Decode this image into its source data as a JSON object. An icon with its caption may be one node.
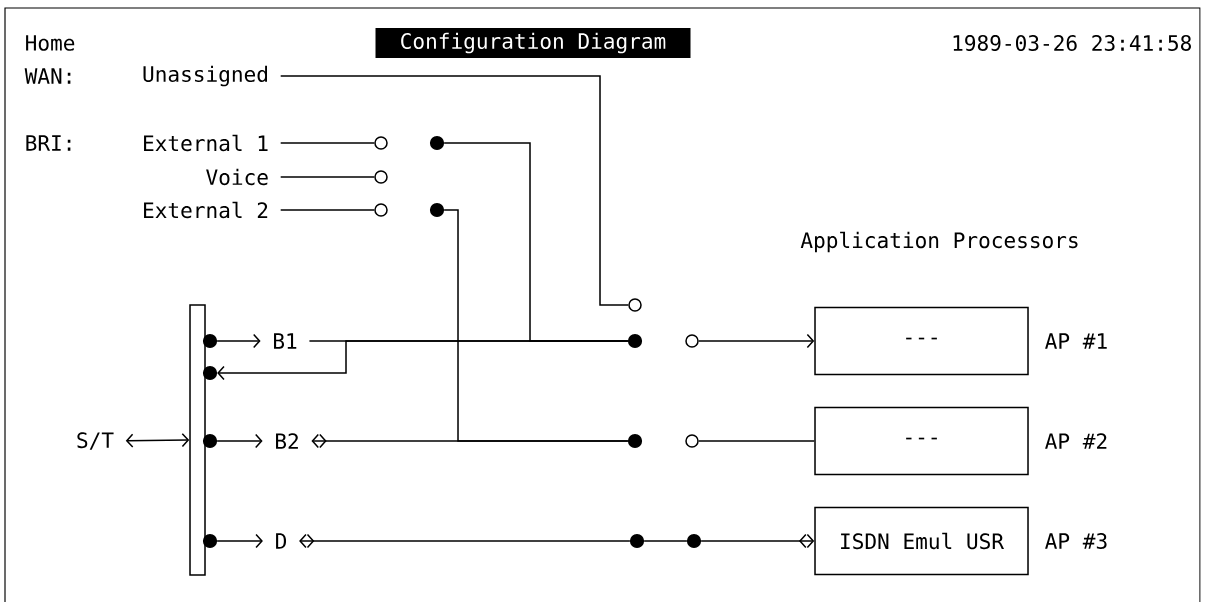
{
  "diagram": {
    "title": "Configuration Diagram",
    "nodes": [
      {
        "text": [
          "Unassigned"
        ]
      },
      {
        "text": [
          "External 1"
        ]
      },
      {
        "text": [
          "Voice"
        ]
      },
      {
        "text": [
          "External 2"
        ]
      },
      {
        "text": [],
        "shape": "circle"
      },
      {
        "text": [],
        "shape": "circle"
      },
      {
        "text": [],
        "shape": "circle"
      },
      {
        "text": [],
        "shape": "dot"
      },
      {
        "text": [],
        "shape": "dot"
      },
      {
        "text": [],
        "shape": "circle"
      },
      {
        "text": [],
        "shape": "bar"
      },
      {
        "text": [],
        "shape": "dot"
      },
      {
        "text": [],
        "shape": "dot"
      },
      {
        "text": [],
        "shape": "dot"
      },
      {
        "text": [],
        "shape": "dot"
      },
      {
        "text": [
          "B1"
        ]
      },
      {
        "text": [
          "B2"
        ]
      },
      {
        "text": [
          "D"
        ]
      },
      {
        "text": [
          "S/T"
        ]
      },
      {
        "text": [],
        "shape": "dot"
      },
      {
        "text": [],
        "shape": "circle"
      },
      {
        "text": [],
        "shape": "dot"
      },
      {
        "text": [],
        "shape": "circle"
      },
      {
        "text": [],
        "shape": "dot"
      },
      {
        "text": [],
        "shape": "dot"
      },
      {
        "text": [
          "---"
        ],
        "beside": [
          "AP #1"
        ]
      },
      {
        "text": [
          "---"
        ],
        "beside": [
          "AP #2"
        ]
      },
      {
        "text": [
          "ISDN Emul USR"
        ],
        "beside": [
          "AP #3"
        ]
      }
    ],
    "edges": [
      {
        "from": 0,
        "to": 9,
        "arrow": "none"
      },
      {
        "from": 1,
        "to": 4,
        "arrow": "none"
      },
      {
        "from": 2,
        "to": 5,
        "arrow": "none"
      },
      {
        "from": 3,
        "to": 6,
        "arrow": "none"
      },
      {
        "from": 7,
        "to": 19,
        "arrow": "none"
      },
      {
        "from": 8,
        "to": 21,
        "arrow": "none"
      },
      {
        "from": 11,
        "to": 15,
        "arrow": "to"
      },
      {
        "from": 19,
        "to": 12,
        "arrow": "to"
      },
      {
        "from": 15,
        "to": 19,
        "arrow": "none"
      },
      {
        "from": 13,
        "to": 16,
        "arrow": "to"
      },
      {
        "from": 21,
        "to": 16,
        "arrow": "to"
      },
      {
        "from": 23,
        "to": 17,
        "arrow": "to"
      },
      {
        "from": 18,
        "to": 10,
        "arrow": "both"
      },
      {
        "from": 14,
        "to": 17,
        "arrow": "to"
      },
      {
        "from": 23,
        "to": 24,
        "arrow": "none"
      },
      {
        "from": 24,
        "to": 27,
        "arrow": "to"
      },
      {
        "from": 20,
        "to": 25,
        "arrow": "to"
      },
      {
        "from": 22,
        "to": 26,
        "arrow": "none"
      }
    ],
    "labels": [
      "Home",
      "1989-03-26 23:41:58",
      "WAN:",
      "BRI:",
      "Application Processors"
    ]
  }
}
